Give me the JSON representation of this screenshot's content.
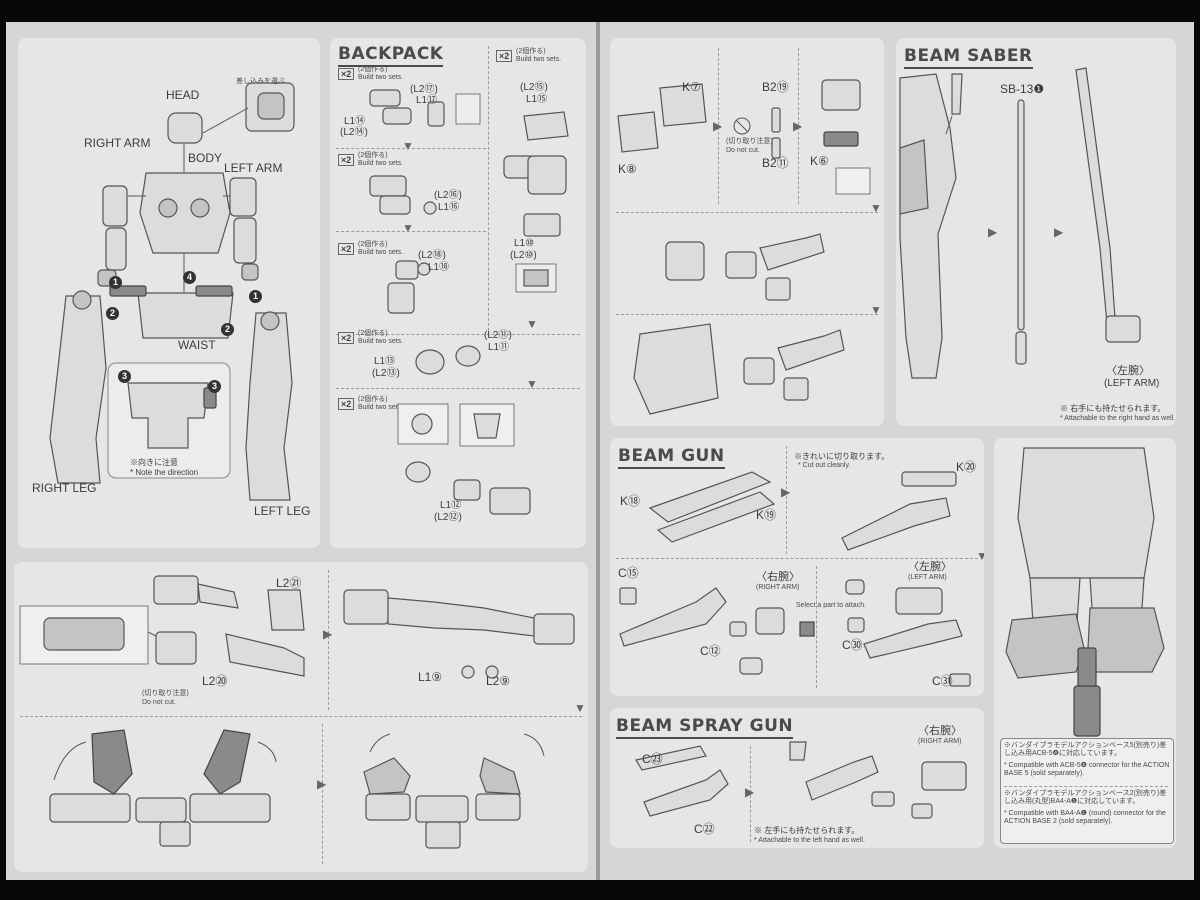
{
  "left_page": {
    "body_panel": {
      "parts": {
        "head": "HEAD",
        "body": "BODY",
        "right_arm": "RIGHT ARM",
        "left_arm": "LEFT ARM",
        "waist": "WAIST",
        "right_leg": "RIGHT LEG",
        "left_leg": "LEFT LEG"
      },
      "callout_note_jp": "差し込みを選ぶ",
      "direction_note_jp": "※向きに注意",
      "direction_note_en": "* Note the direction"
    },
    "backpack": {
      "title": "BACKPACK",
      "steps": [
        {
          "mult": "×2",
          "note_jp": "(2個作る)",
          "note_en": "Build two sets.",
          "labels": [
            "(L2⑰)",
            "L1⑰",
            "L1⑭",
            "(L2⑭)"
          ]
        },
        {
          "mult": "×2",
          "note_jp": "(2個作る)",
          "note_en": "Build two sets.",
          "labels": [
            "(L2⑯)",
            "L1⑯"
          ]
        },
        {
          "mult": "×2",
          "note_jp": "(2個作る)",
          "note_en": "Build two sets.",
          "labels": [
            "(L2⑱)",
            "L1⑱"
          ]
        },
        {
          "mult": "×2",
          "note_jp": "(2個作る)",
          "note_en": "Build two sets.",
          "labels": [
            "(L2⑪)",
            "L1⑪",
            "L1⑬",
            "(L2⑬)"
          ]
        },
        {
          "mult": "×2",
          "note_jp": "(2個作る)",
          "note_en": "Build two sets.",
          "labels": [
            "L1⑫",
            "(L2⑫)"
          ]
        }
      ],
      "right_col": {
        "mult": "×2",
        "note_jp": "(2個作る)",
        "note_en": "Build two sets.",
        "labels": [
          "(L2⑮)",
          "L1⑮",
          "L1⑩",
          "(L2⑩)"
        ]
      }
    },
    "bottom_panel": {
      "labels": {
        "l2_21": "L2㉑",
        "l2_20": "L2⑳",
        "l1_9": "L1⑨",
        "l2_9": "L2⑨"
      },
      "do_not_cut_jp": "(切り取り注意)",
      "do_not_cut_en": "Do not cut."
    }
  },
  "right_page": {
    "assembly_panel": {
      "labels": {
        "k7": "K⑦",
        "k8": "K⑧",
        "b2_19": "B2⑲",
        "b2_11": "B2⑪",
        "k6": "K⑥"
      },
      "do_not_cut_jp": "(切り取り注意)",
      "do_not_cut_en": "Do not cut."
    },
    "beam_saber": {
      "title": "BEAM SABER",
      "part": "SB-13❶",
      "arm": "〈左腕〉",
      "arm_en": "(LEFT ARM)",
      "note_jp": "※ 右手にも持たせられます。",
      "note_en": "* Attachable to the right hand as well."
    },
    "beam_gun": {
      "title": "BEAM GUN",
      "cut_note_jp": "※きれいに切り取ります。",
      "cut_note_en": "* Cut out cleanly.",
      "labels": {
        "k18": "K⑱",
        "k19": "K⑲",
        "k20": "K⑳",
        "c15": "C⑮",
        "c12": "C⑫",
        "c30": "C㉚",
        "c31": "C㉛"
      },
      "right_arm": "〈右腕〉",
      "right_arm_en": "(RIGHT ARM)",
      "left_arm": "〈左腕〉",
      "left_arm_en": "(LEFT ARM)",
      "select_note": "Select a part to attach."
    },
    "beam_spray_gun": {
      "title": "BEAM SPRAY GUN",
      "labels": {
        "c23": "C㉓",
        "c22": "C㉒"
      },
      "right_arm": "〈右腕〉",
      "right_arm_en": "(RIGHT ARM)",
      "note_jp": "※ 左手にも持たせられます。",
      "note_en": "* Attachable to the left hand as well."
    },
    "action_base": {
      "note1_jp": "※バンダイプラモデルアクションベース5(別売り)差し込み用ACB-5❹に対応しています。",
      "note1_en": "* Compatible with ACB-5❹ connector for the ACTION BASE 5 (sold separately).",
      "note2_jp": "※バンダイプラモデルアクションベース2(別売り)差し込み用(丸型)BA4-A❶に対応しています。",
      "note2_en": "* Compatible with BA4-A❶ (round) connector for the ACTION BASE 2 (sold separately)."
    }
  }
}
